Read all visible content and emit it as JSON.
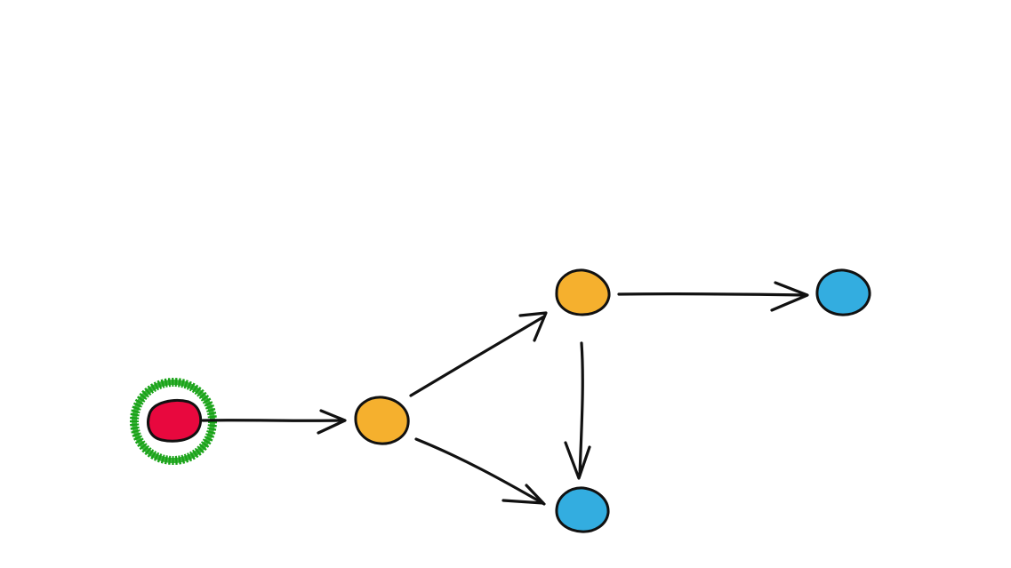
{
  "diagram": {
    "type": "directed-graph",
    "colors": {
      "background": "#ffffff",
      "stroke": "#111111",
      "start": "#e8083e",
      "intermediate": "#f5b02e",
      "terminal": "#33ade0",
      "highlight": "#1aa319"
    },
    "nodes": [
      {
        "id": "n1",
        "role": "start",
        "highlighted": true
      },
      {
        "id": "n2",
        "role": "intermediate"
      },
      {
        "id": "n3",
        "role": "intermediate"
      },
      {
        "id": "n4",
        "role": "terminal"
      },
      {
        "id": "n5",
        "role": "terminal"
      }
    ],
    "edges": [
      {
        "from": "n1",
        "to": "n2"
      },
      {
        "from": "n2",
        "to": "n3"
      },
      {
        "from": "n2",
        "to": "n5"
      },
      {
        "from": "n3",
        "to": "n4"
      },
      {
        "from": "n3",
        "to": "n5"
      }
    ]
  }
}
